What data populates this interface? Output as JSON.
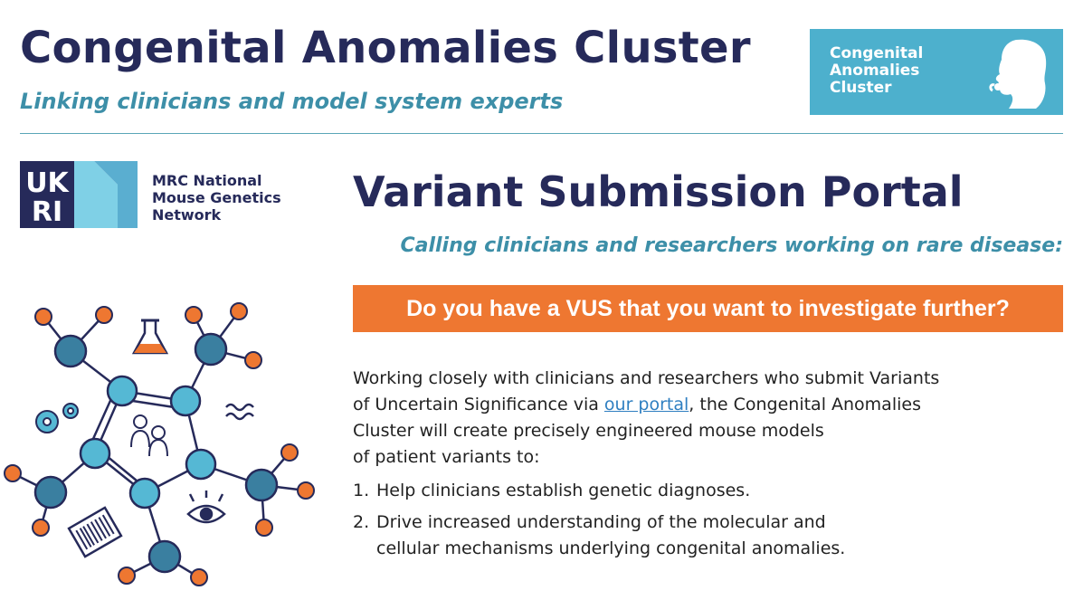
{
  "header": {
    "title": "Congenital Anomalies Cluster",
    "tagline": "Linking clinicians and model system experts"
  },
  "cluster_logo": {
    "line1": "Congenital",
    "line2": "Anomalies",
    "line3": "Cluster",
    "color": "#4db0cd"
  },
  "ukri_logo": {
    "line1": "MRC National",
    "line2": "Mouse Genetics",
    "line3": "Network"
  },
  "portal": {
    "title": "Variant Submission Portal",
    "calling": "Calling clinicians and researchers working on rare disease:",
    "banner": "Do you have a VUS that you want to investigate further?",
    "banner_color": "#ee7731",
    "para_line1": "Working closely with clinicians and researchers who submit Variants",
    "para_line2_a": "of Uncertain Significance via ",
    "para_link": "our portal",
    "para_line2_b": ", the Congenital Anomalies",
    "para_line3": "Cluster will create precisely engineered mouse models",
    "para_line4": "of patient variants to:",
    "list": [
      {
        "num": "1.",
        "line1": "Help clinicians establish genetic diagnoses.",
        "line2": ""
      },
      {
        "num": "2.",
        "line1": "Drive increased understanding of the molecular and",
        "line2": "cellular mechanisms underlying congenital anomalies."
      }
    ]
  },
  "colors": {
    "navy": "#262a5a",
    "teal": "#3d8fa8",
    "light_blue": "#55b8d4",
    "dark_blue": "#3a7fa0",
    "orange": "#ee7731"
  }
}
